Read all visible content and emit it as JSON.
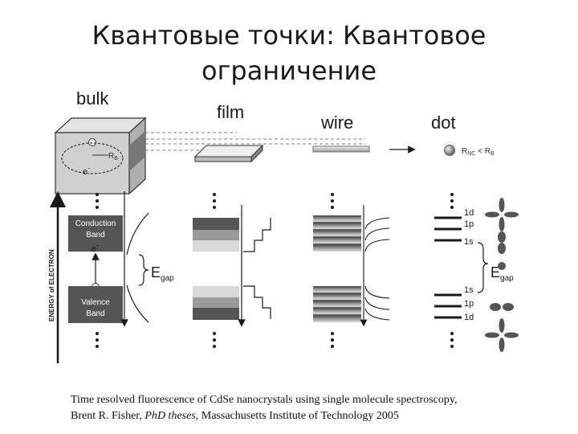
{
  "slide": {
    "title_line1": "Квантовые точки: Квантовое",
    "title_line2": "ограничение"
  },
  "diagram": {
    "structures": [
      "bulk",
      "film",
      "wire",
      "dot"
    ],
    "bohr_radius": "R",
    "bohr_sub": "B",
    "electron": "e",
    "electron_sup": "-",
    "dot_condition_r": "R",
    "dot_condition_sub1": "NC",
    "dot_condition_mid": " < R",
    "dot_condition_sub2": "B",
    "y_axis_label": "ENERGY of ELECTRON",
    "conduction_band": [
      "Conduction",
      "Band"
    ],
    "valence_band": [
      "Valence",
      "Band"
    ],
    "egap_main": "E",
    "egap_sub": "gap",
    "dot_levels_upper": [
      "1d",
      "1p",
      "1s"
    ],
    "dot_levels_lower": [
      "1s",
      "1p",
      "1d"
    ]
  },
  "caption": {
    "line1": "Time resolved fluorescence of CdSe nanocrystals using single molecule spectroscopy,",
    "line2_pre": "Brent R. Fisher, ",
    "line2_italic": "PhD theses",
    "line2_post": ",  Massachusetts Institute of Technology 2005"
  },
  "colors": {
    "band_dark": "#555555",
    "band_mid": "#9a9a9a",
    "band_light": "#d8d8d8",
    "ink": "#1a1a1a"
  }
}
